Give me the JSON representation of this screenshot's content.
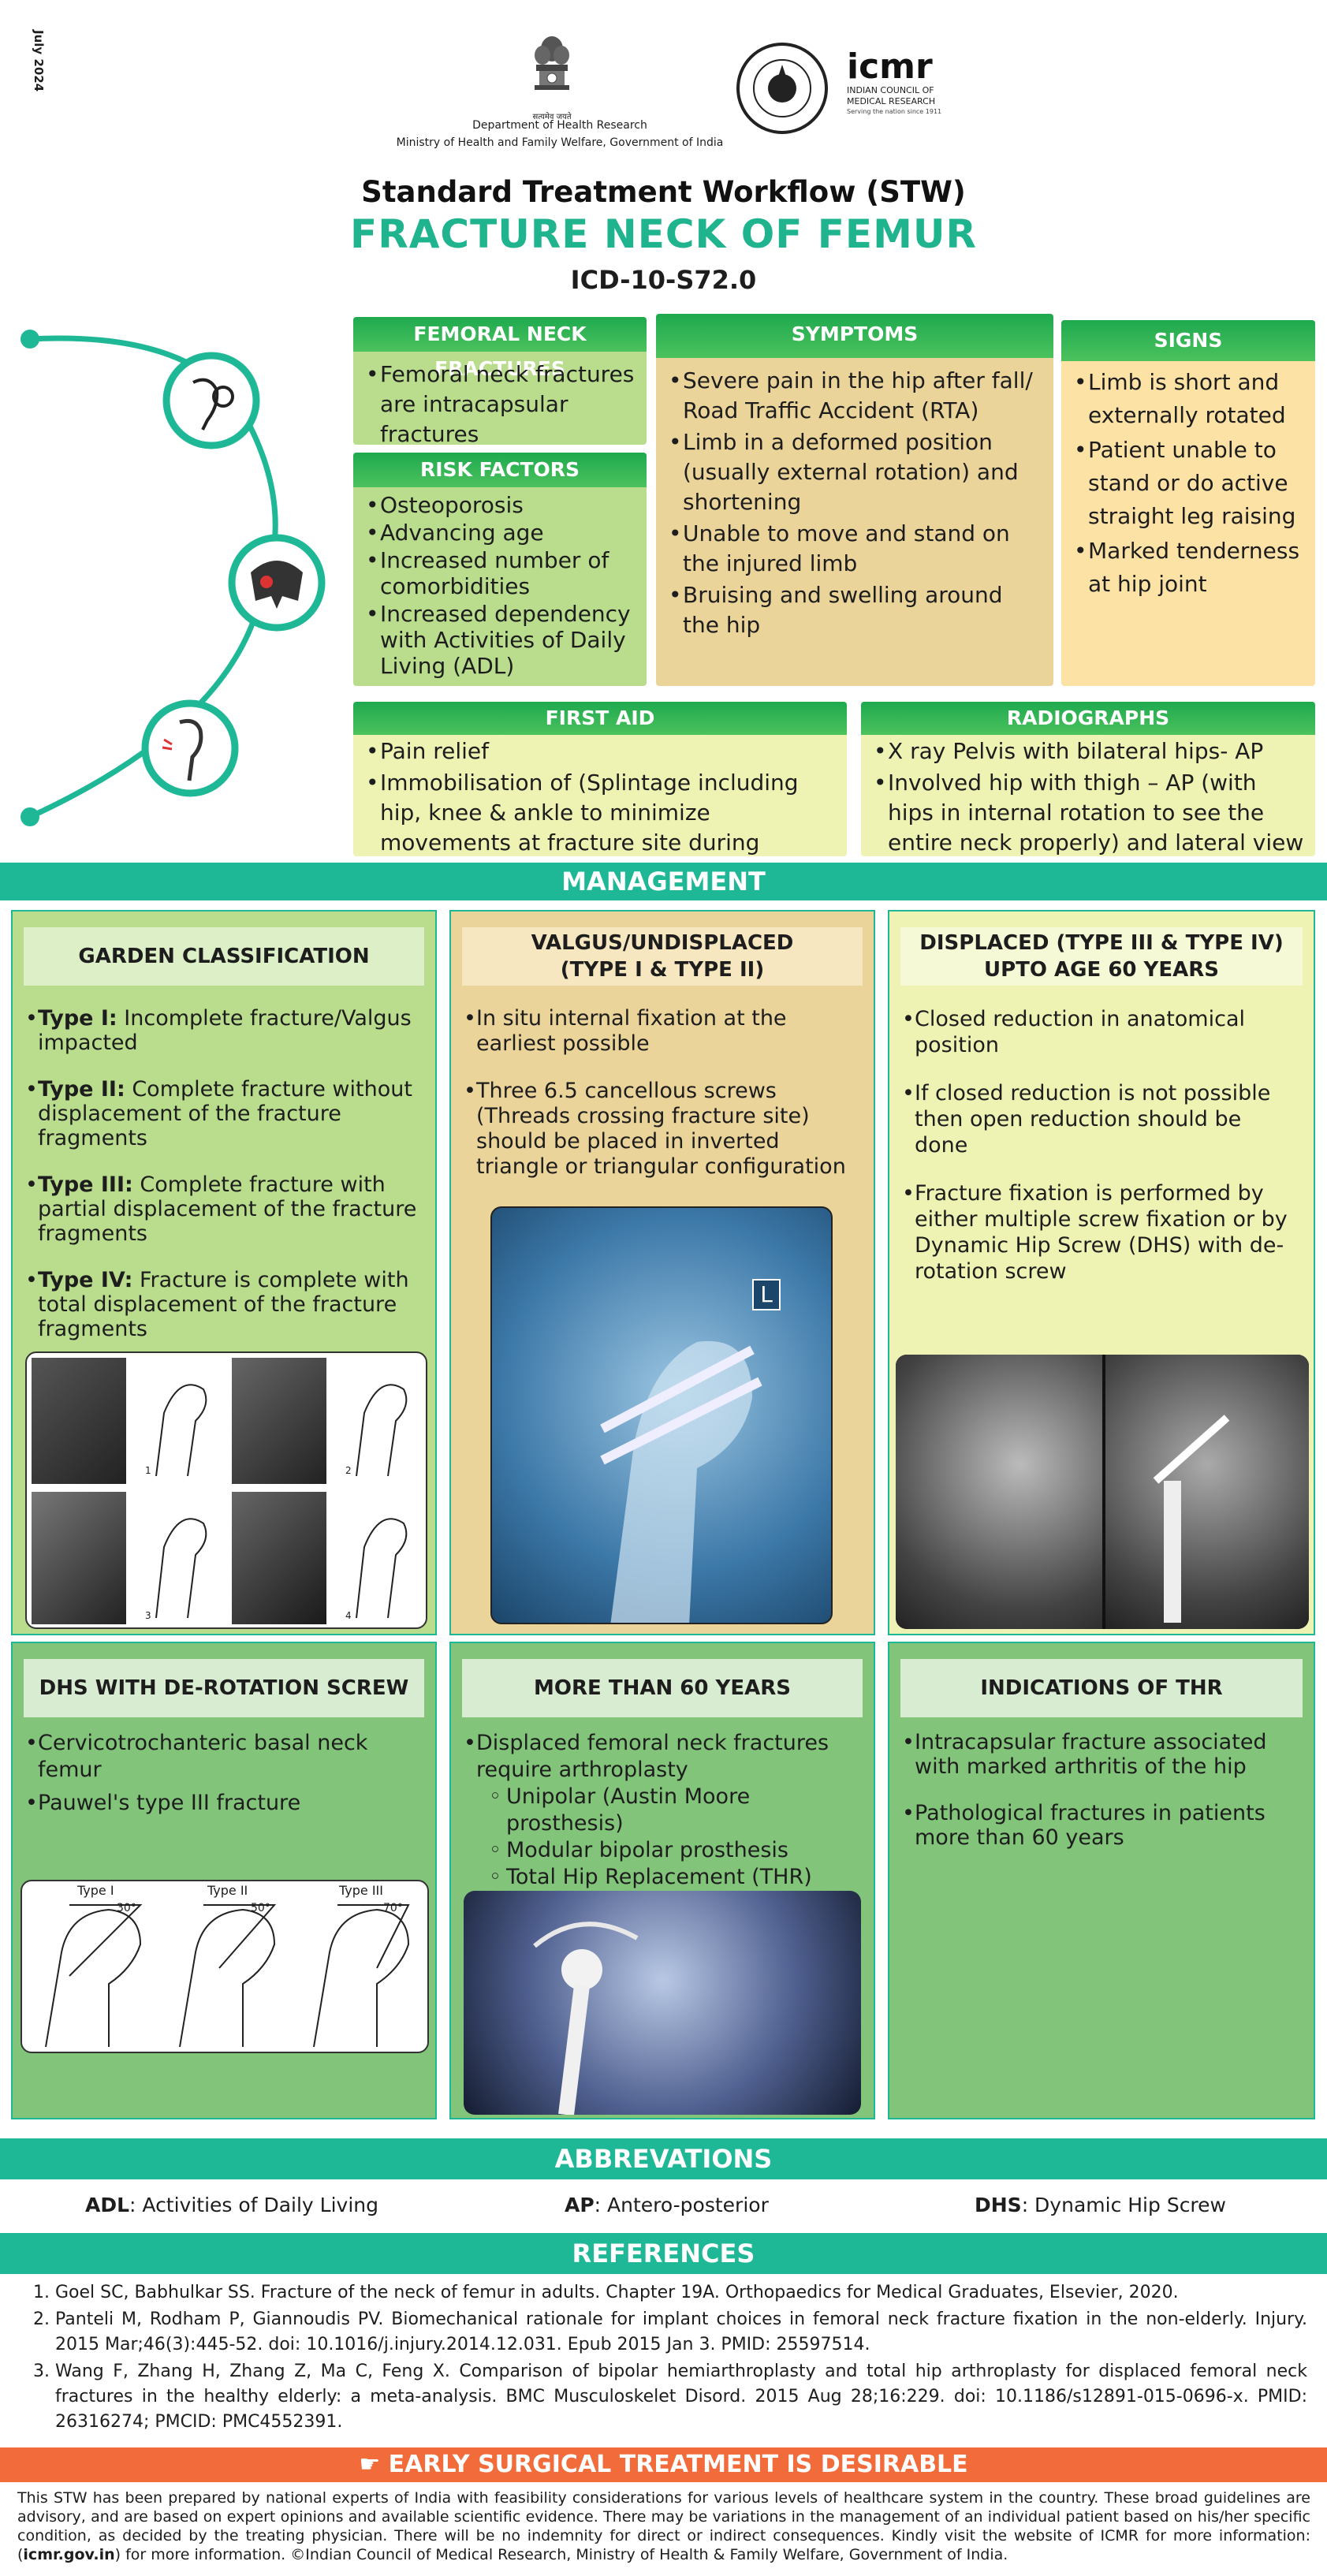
{
  "header": {
    "date": "July 2024",
    "emblem_text": "सत्यमेव जयते",
    "dept_line1": "Department of Health Research",
    "dept_line2": "Ministry of Health and Family Welfare, Government of India",
    "icmr_logo": "icmr",
    "icmr_sub1": "INDIAN COUNCIL OF",
    "icmr_sub2": "MEDICAL RESEARCH",
    "icmr_tag": "Serving the nation since 1911"
  },
  "title": {
    "line1": "Standard Treatment Workflow (STW)",
    "line2": "FRACTURE NECK OF FEMUR",
    "line3": "ICD-10-S72.0"
  },
  "femoral": {
    "heading": "FEMORAL NECK FRACTURES",
    "items": [
      "Femoral neck fractures are intracapsular fractures"
    ]
  },
  "risk": {
    "heading": "RISK FACTORS",
    "items": [
      "Osteoporosis",
      "Advancing age",
      "Increased number of comorbidities",
      "Increased dependency with Activities of Daily Living (ADL)"
    ]
  },
  "symptoms": {
    "heading": "SYMPTOMS",
    "items": [
      "Severe pain in the hip after fall/ Road Traffic Accident (RTA)",
      "Limb in a deformed position (usually external rotation) and shortening",
      "Unable to move and stand on the injured limb",
      "Bruising and swelling around the hip"
    ]
  },
  "signs": {
    "heading": "SIGNS",
    "items": [
      "Limb is short and externally rotated",
      "Patient unable to stand or do active straight leg raising",
      "Marked tenderness at hip joint"
    ]
  },
  "first_aid": {
    "heading": "FIRST AID",
    "items": [
      "Pain relief",
      "Immobilisation of (Splintage including hip, knee & ankle to minimize movements at fracture site during transport)"
    ]
  },
  "radiographs": {
    "heading": "RADIOGRAPHS",
    "items": [
      "X ray Pelvis with bilateral hips- AP",
      "Involved hip with thigh – AP (with hips in internal rotation to see the entire neck properly) and lateral view"
    ]
  },
  "management": {
    "heading": "MANAGEMENT",
    "garden": {
      "heading": "GARDEN CLASSIFICATION",
      "items": [
        {
          "label": "Type I:",
          "text": " Incomplete fracture/Valgus impacted"
        },
        {
          "label": "Type II:",
          "text": " Complete fracture without displacement of the fracture fragments"
        },
        {
          "label": "Type III:",
          "text": " Complete fracture with partial displacement of the fracture fragments"
        },
        {
          "label": "Type IV:",
          "text": " Fracture is complete with total displacement of the fracture fragments"
        }
      ],
      "figure_numbers": [
        "1",
        "2",
        "3",
        "4"
      ]
    },
    "valgus": {
      "heading_line1": "VALGUS/UNDISPLACED",
      "heading_line2": "(TYPE I & TYPE II)",
      "items": [
        "In situ internal fixation at the earliest possible",
        "Three 6.5 cancellous screws (Threads crossing fracture site) should be placed in inverted triangle or triangular configuration"
      ],
      "xray_marker": "L"
    },
    "displaced": {
      "heading_line1": "DISPLACED (TYPE III & TYPE IV)",
      "heading_line2": "UPTO AGE 60 YEARS",
      "items": [
        "Closed reduction in anatomical position",
        "If closed reduction is not possible then open reduction should be done",
        "Fracture fixation is performed by either multiple screw fixation or by Dynamic Hip Screw (DHS) with de-rotation screw"
      ]
    },
    "dhs": {
      "heading": "DHS WITH DE-ROTATION SCREW",
      "items": [
        "Cervicotrochanteric basal neck femur",
        "Pauwel's type III fracture"
      ],
      "types": [
        {
          "label": "Type I",
          "angle": "30°"
        },
        {
          "label": "Type II",
          "angle": "50°"
        },
        {
          "label": "Type III",
          "angle": "70°"
        }
      ]
    },
    "over60": {
      "heading": "MORE THAN 60 YEARS",
      "intro": "Displaced femoral neck fractures require arthroplasty",
      "sub": [
        "Unipolar (Austin Moore prosthesis)",
        "Modular bipolar prosthesis",
        "Total Hip Replacement (THR)"
      ]
    },
    "thr": {
      "heading": "INDICATIONS OF THR",
      "items": [
        "Intracapsular fracture associated with marked arthritis of the hip",
        "Pathological fractures in patients more than 60 years"
      ]
    }
  },
  "abbreviations": {
    "heading": "ABBREVATIONS",
    "items": [
      {
        "abbr": "ADL",
        "full": ": Activities of Daily Living"
      },
      {
        "abbr": "AP",
        "full": ": Antero-posterior"
      },
      {
        "abbr": "DHS",
        "full": ": Dynamic Hip Screw"
      }
    ]
  },
  "references": {
    "heading": "REFERENCES",
    "items": [
      "Goel SC, Babhulkar SS. Fracture of the neck of femur in adults. Chapter 19A. Orthopaedics for Medical Graduates, Elsevier, 2020.",
      "Panteli M, Rodham P, Giannoudis PV. Biomechanical rationale for implant choices in femoral neck fracture fixation in the non-elderly. Injury. 2015 Mar;46(3):445-52. doi: 10.1016/j.injury.2014.12.031. Epub 2015 Jan 3. PMID: 25597514.",
      "Wang F, Zhang H, Zhang Z, Ma C, Feng X. Comparison of bipolar hemiarthroplasty and total hip arthroplasty for displaced femoral neck fractures in the healthy elderly: a meta-analysis. BMC Musculoskelet Disord. 2015 Aug 28;16:229. doi: 10.1186/s12891-015-0696-x. PMID: 26316274; PMCID: PMC4552391."
    ]
  },
  "banner": "EARLY SURGICAL TREATMENT IS DESIRABLE",
  "disclaimer_pre": "This STW has been prepared by national experts of India with feasibility considerations for various levels of healthcare system in the country. These broad guidelines are advisory, and are based on expert opinions and available scientific evidence. There may be variations in the management of an individual patient based on his/her specific condition, as decided by the treating physician. There will be no indemnity for direct or indirect consequences. Kindly visit the website of ICMR for more information: (",
  "disclaimer_link": "icmr.gov.in",
  "disclaimer_post": ") for more information. ©Indian Council of Medical Research, Ministry of Health & Family Welfare, Government of India.",
  "colors": {
    "teal": "#1fb897",
    "green": "#22a84e",
    "orange": "#f26b3a",
    "light_green": "#b9dd8d",
    "tan": "#ead49a",
    "peach": "#fde2a6",
    "lime": "#eef3b4"
  }
}
